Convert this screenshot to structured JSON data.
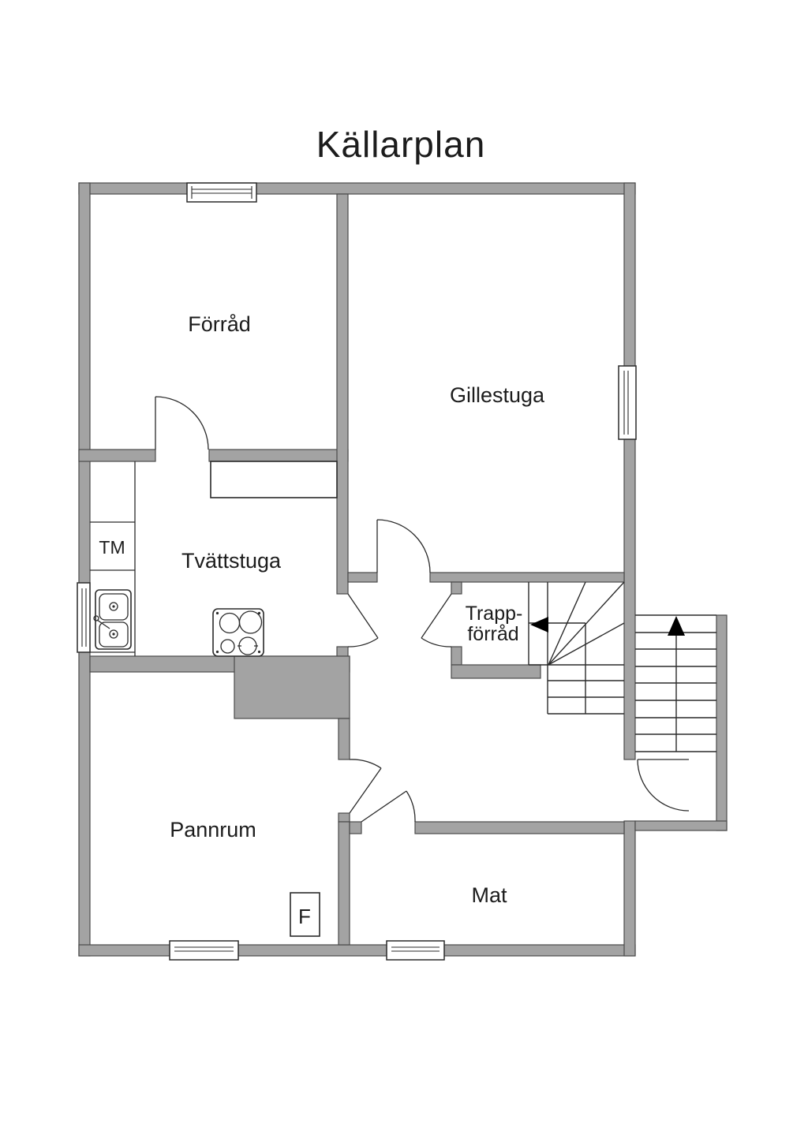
{
  "title": "Källarplan",
  "rooms": {
    "forrad": {
      "label": "Förråd"
    },
    "gillestuga": {
      "label": "Gillestuga"
    },
    "tvattstuga": {
      "label": "Tvättstuga"
    },
    "trappforrad": {
      "label_line1": "Trapp-",
      "label_line2": "förråd"
    },
    "pannrum": {
      "label": "Pannrum"
    },
    "mat": {
      "label": "Mat"
    }
  },
  "fixtures": {
    "washing_machine_label": "TM",
    "freezer_label": "F",
    "sink_icon": "double-basin-sink",
    "stove_icon": "four-burner-stove",
    "bench_icon": "counter-bench"
  },
  "stairs": {
    "interior": {
      "type": "winder-stair",
      "direction_icon": "arrow-left"
    },
    "exterior": {
      "type": "straight-stair",
      "direction_icon": "arrow-up"
    }
  },
  "windows": [
    "forrad-top",
    "tvattstuga-left",
    "gillestuga-right",
    "pannrum-bottom",
    "mat-bottom"
  ],
  "doors": [
    "forrad",
    "gillestuga",
    "tvattstuga-hall",
    "trappforrad-hall",
    "pannrum",
    "mat",
    "entrance-under-stairs"
  ],
  "colors": {
    "wall-fill": "#a3a3a3",
    "wall-stroke": "#4a4a4a",
    "line": "#2a2a2a",
    "text": "#1c1c1c",
    "bg": "#ffffff",
    "arrow": "#000000"
  }
}
